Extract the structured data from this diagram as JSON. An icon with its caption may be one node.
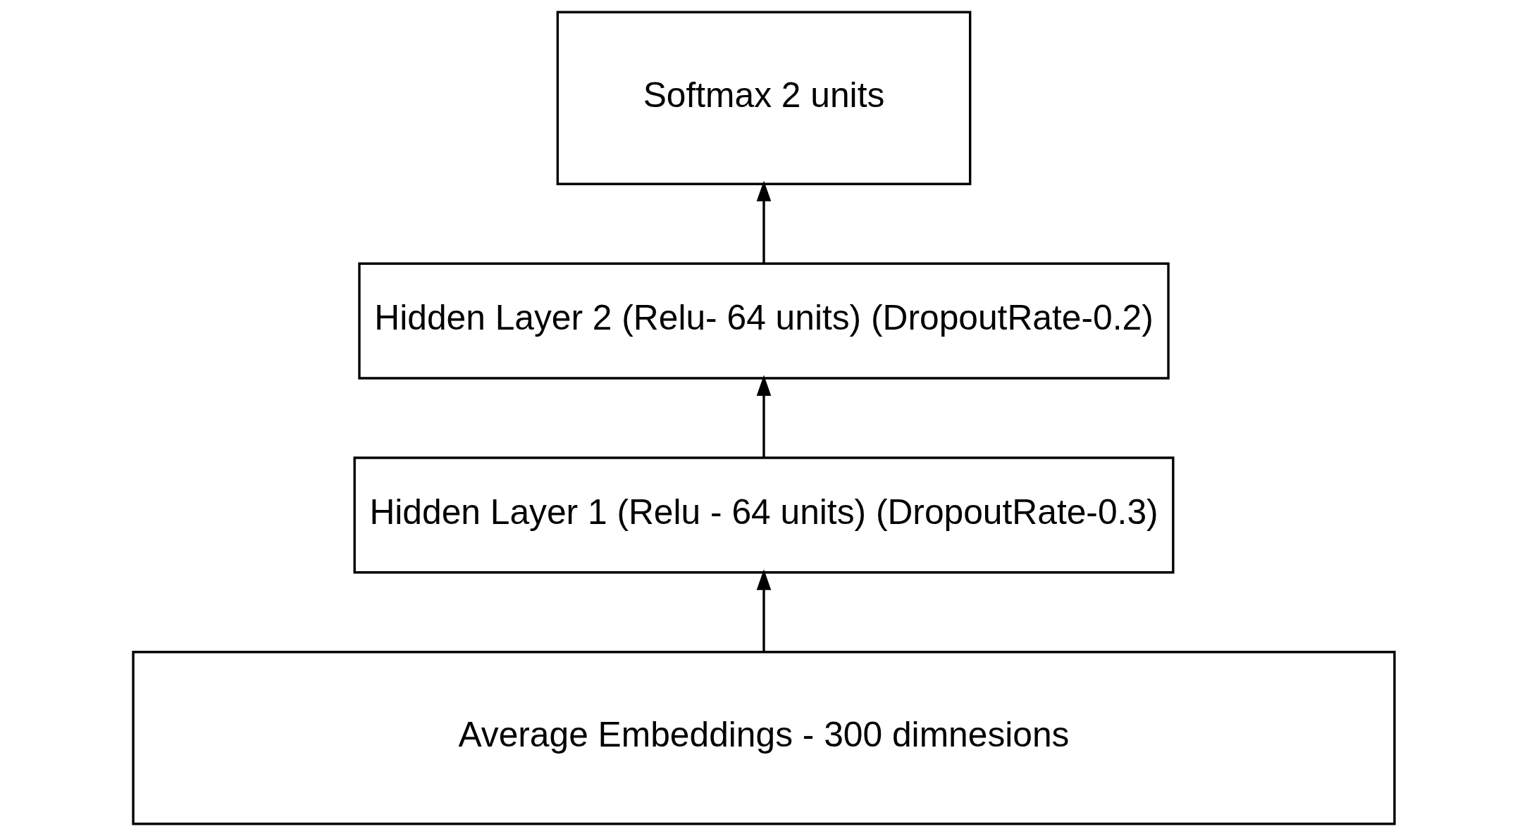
{
  "diagram": {
    "nodes": [
      {
        "text": [
          "Softmax 2 units"
        ]
      },
      {
        "text": [
          "Hidden Layer 2 (Relu- 64 units) (DropoutRate-0.2)"
        ]
      },
      {
        "text": [
          "Hidden Layer 1 (Relu - 64 units) (DropoutRate-0.3)"
        ]
      },
      {
        "text": [
          "Average Embeddings - 300 dimnesions"
        ]
      }
    ],
    "edges": [
      {
        "from": 3,
        "to": 2,
        "arrow": "to"
      },
      {
        "from": 2,
        "to": 1,
        "arrow": "to"
      },
      {
        "from": 1,
        "to": 0,
        "arrow": "to"
      }
    ]
  }
}
